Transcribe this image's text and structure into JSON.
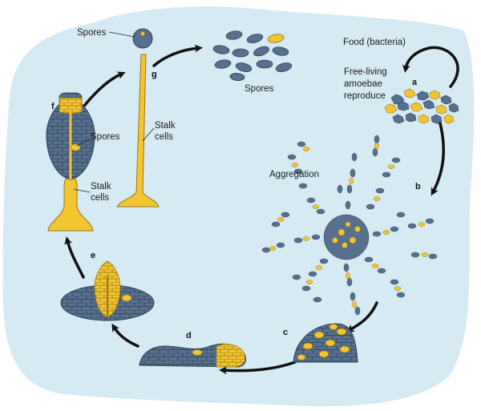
{
  "colors": {
    "background": "#d6eaf4",
    "cell_blue": "#56708d",
    "cell_blue_dark": "#33475f",
    "cell_yellow": "#f2c531",
    "cell_yellow_dark": "#8a6a10",
    "arrow": "#111111"
  },
  "labels": {
    "food": "Food (bacteria)",
    "free_living_1": "Free-living",
    "free_living_2": "amoebae",
    "free_living_3": "reproduce",
    "aggregation": "Aggregation",
    "spores_top": "Spores",
    "spores_cluster": "Spores",
    "spores_f": "Spores",
    "stalk_g_1": "Stalk",
    "stalk_g_2": "cells",
    "stalk_f_1": "Stalk",
    "stalk_f_2": "cells"
  },
  "stages": [
    "a",
    "b",
    "c",
    "d",
    "e",
    "f",
    "g"
  ]
}
